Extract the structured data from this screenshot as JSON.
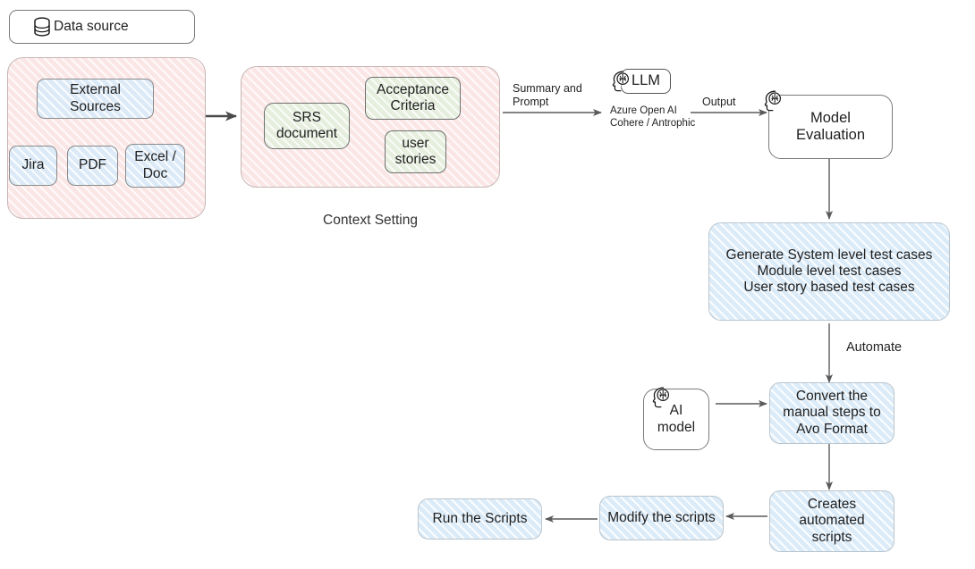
{
  "diagram": {
    "title_caption": "Context Setting",
    "data_source": {
      "label": "Data source",
      "icon": "database-icon"
    },
    "input_group": {
      "external_sources": "External\nSources",
      "items": [
        "Jira",
        "PDF",
        "Excel /\nDoc"
      ]
    },
    "context_group": {
      "srs": "SRS\ndocument",
      "acceptance": "Acceptance\nCriteria",
      "user_stories": "user\nstories",
      "caption": "Context Setting"
    },
    "llm": {
      "badge": "LLM",
      "icon": "head-brain-icon",
      "providers": "Azure Open AI\nCohere / Antrophic",
      "in_label": "Summary and\nPrompt",
      "out_label": "Output"
    },
    "model_evaluation": {
      "label": "Model\nEvaluation",
      "icon": "head-brain-icon"
    },
    "generate": {
      "lines": [
        "Generate System level test cases",
        "Module level test cases",
        "User story based test cases"
      ]
    },
    "automate_label": "Automate",
    "ai_model": {
      "label": "AI\nmodel",
      "icon": "head-brain-icon"
    },
    "convert": "Convert the\nmanual steps to\nAvo Format",
    "creates": "Creates\nautomated\nscripts",
    "modify": "Modify the scripts",
    "run": "Run the Scripts",
    "colors": {
      "blue_fill": "#dceaf7",
      "pink_fill": "#fbe6e6",
      "green_fill": "#e6eede",
      "stroke": "#6f6f6f",
      "text": "#1f1f1f"
    }
  }
}
